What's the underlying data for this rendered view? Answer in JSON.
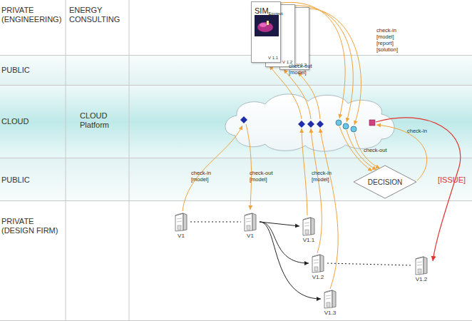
{
  "diagram": {
    "nodes": [
      {
        "text": [
          "PRIVATE (ENGINEERING)",
          "ENERGY CONSULTING"
        ]
      },
      {
        "text": [
          "PUBLIC"
        ]
      },
      {
        "text": [
          "CLOUD",
          "CLOUD Platform"
        ]
      },
      {
        "text": [
          "PUBLIC"
        ]
      },
      {
        "text": [
          "PRIVATE (DESIGN FIRM)"
        ]
      },
      {
        "text": [
          "SIM",
          "Ecotect",
          "V 1.1"
        ]
      },
      {
        "text": [
          "V 1.2"
        ]
      },
      {
        "text": [
          "V 1.3"
        ]
      },
      {
        "text": [
          "DECISION"
        ],
        "in": 3
      },
      {
        "text": [
          "V1"
        ],
        "in": 4
      },
      {
        "text": [
          "V1"
        ],
        "in": 4
      },
      {
        "text": [
          "V1.1"
        ],
        "in": 4
      },
      {
        "text": [
          "V1.2"
        ],
        "in": 4
      },
      {
        "text": [
          "V1.3"
        ],
        "in": 4
      },
      {
        "text": [
          "V1.2"
        ],
        "in": 4
      }
    ],
    "edges": [
      {
        "from": 9,
        "to": 10,
        "arrow": "none"
      },
      {
        "from": 10,
        "to": 11,
        "arrow": "to"
      },
      {
        "from": 10,
        "to": 12,
        "arrow": "to"
      },
      {
        "from": 10,
        "to": 13,
        "arrow": "to"
      },
      {
        "from": 12,
        "to": 14,
        "arrow": "none"
      }
    ],
    "labels": [
      "check-in [model] [report] [solution]",
      "check-out [model]",
      "check-in",
      "check-out",
      "check-in [model]",
      "check-out [model]",
      "check-in [model]",
      "[ISSUE]"
    ]
  }
}
